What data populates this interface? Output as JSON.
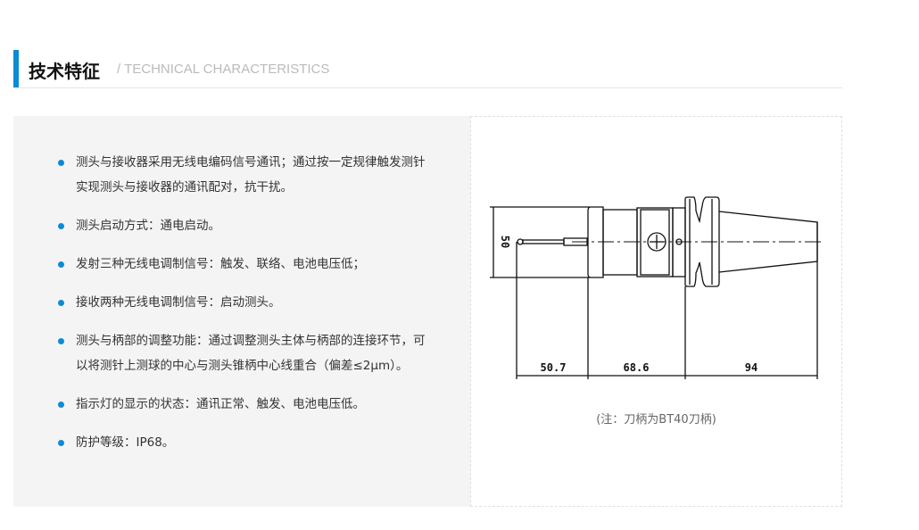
{
  "header": {
    "title": "技术特征",
    "subtitle": "/ TECHNICAL CHARACTERISTICS"
  },
  "features": [
    "测头与接收器采用无线电编码信号通讯；通过按一定规律触发测针实现测头与接收器的通讯配对，抗干扰。",
    "测头启动方式：通电启动。",
    "发射三种无线电调制信号：触发、联络、电池电压低；",
    "接收两种无线电调制信号：启动测头。",
    "测头与柄部的调整功能：通过调整测头主体与柄部的连接环节，可以将测针上测球的中心与测头锥柄中心线重合（偏差≤2μm）。",
    "指示灯的显示的状态：通讯正常、触发、电池电压低。",
    "防护等级：IP68。"
  ],
  "drawing": {
    "diameter": "50",
    "dim1": "50.7",
    "dim2": "68.6",
    "dim3": "94",
    "caption": "(注：刀柄为BT40刀柄)"
  },
  "colors": {
    "accent": "#0a8bd6"
  }
}
